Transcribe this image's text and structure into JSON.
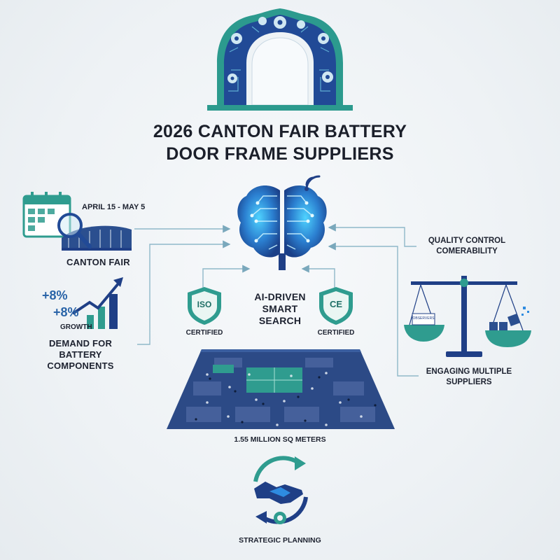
{
  "title": {
    "line1": "2026 CANTON FAIR BATTERY",
    "line2": "DOOR FRAME SUPPLIERS"
  },
  "canton_fair": {
    "dates": "APRIL 15 - MAY 5",
    "label": "CANTON FAIR"
  },
  "demand": {
    "pct1": "+8%",
    "pct2": "+8%",
    "growth": "GROWTH",
    "label_line1": "DEMAND FOR BATTERY",
    "label_line2": "COMPONENTS"
  },
  "iso_badge": {
    "mark": "ISO",
    "label": "CERTIFIED"
  },
  "ce_badge": {
    "mark": "CE",
    "label": "CERTIFIED"
  },
  "ai": {
    "line1": "AI-DRIVEN",
    "line2": "SMART",
    "line3": "SEARCH"
  },
  "quality": {
    "line1": "QUALITY CONTROL",
    "line2": "COMERABILITY"
  },
  "scale": {
    "box_label": "OBSERVERS"
  },
  "suppliers": {
    "line1": "ENGAGING MULTIPLE",
    "line2": "SUPPLIERS"
  },
  "area": {
    "label": "1.55 MILLION SQ METERS"
  },
  "strategy": {
    "label": "STRATEGIC PLANNING"
  },
  "colors": {
    "teal": "#2f9c8f",
    "navy": "#1f3f86",
    "blue": "#2e8be0",
    "line": "#8fb8c9"
  }
}
